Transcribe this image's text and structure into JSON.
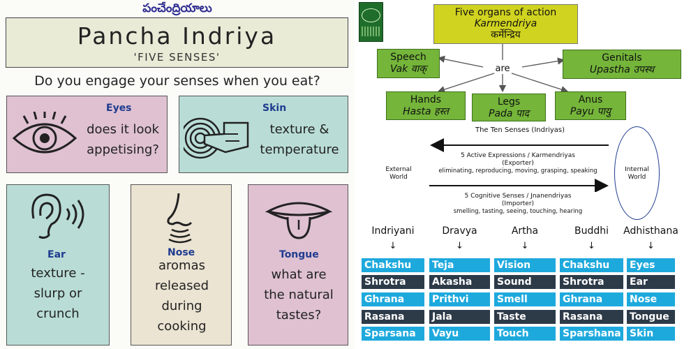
{
  "left": {
    "telugu_title": "పంచేంద్రియాలు",
    "title": "Pancha Indriya",
    "subtitle": "'FIVE SENSES'",
    "question": "Do you engage your senses when you eat?",
    "senses": [
      {
        "name": "Eyes",
        "text_lines": [
          "does it look",
          "appetising?"
        ],
        "icon": "eye-icon"
      },
      {
        "name": "Skin",
        "text_lines": [
          "texture &",
          "temperature"
        ],
        "icon": "hand-touch-icon"
      },
      {
        "name": "Ear",
        "text_lines": [
          "texture -",
          "slurp or",
          "crunch"
        ],
        "icon": "ear-icon"
      },
      {
        "name": "Nose",
        "text_lines": [
          "aromas",
          "released",
          "during",
          "cooking"
        ],
        "icon": "nose-icon"
      },
      {
        "name": "Tongue",
        "text_lines": [
          "what are",
          "the natural",
          "tastes?"
        ],
        "icon": "tongue-icon"
      }
    ],
    "colors": {
      "pink": "#dfc1d2",
      "teal": "#b9ddd6",
      "tan": "#ebe4d2",
      "label_blue": "#1f3b8f"
    }
  },
  "right": {
    "center": {
      "line1": "Five organs of action",
      "line2": "Karmendriya",
      "line3": "कर्मेन्द्रिय"
    },
    "are_label": "are",
    "organs": [
      {
        "line1": "Speech",
        "line2": "Vak वाक्"
      },
      {
        "line1": "Genitals",
        "line2": "Upastha उपस्थ"
      },
      {
        "line1": "Hands",
        "line2": "Hasta हस्त"
      },
      {
        "line1": "Legs",
        "line2": "Pada पाद"
      },
      {
        "line1": "Anus",
        "line2": "Payu पायु"
      }
    ],
    "flow": {
      "heading": "The Ten Senses (Indriyas)",
      "external": [
        "External",
        "World"
      ],
      "internal": [
        "Internal",
        "World"
      ],
      "active": [
        "5 Active Expressions / Karmendriyas",
        "(Exporter)",
        "eliminating, reproducing, moving, grasping, speaking"
      ],
      "cognitive": [
        "5 Cognitive Senses / Jnanendriyas",
        "(Importer)",
        "smelling, tasting, seeing, touching, hearing"
      ]
    },
    "table": {
      "columns": [
        {
          "header": "Indriyani",
          "cells": [
            "Chakshu",
            "Shrotra",
            "Ghrana",
            "Rasana",
            "Sparsana"
          ]
        },
        {
          "header": "Dravya",
          "cells": [
            "Teja",
            "Akasha",
            "Prithvi",
            "Jala",
            "Vayu"
          ]
        },
        {
          "header": "Artha",
          "cells": [
            "Vision",
            "Sound",
            "Smell",
            "Taste",
            "Touch"
          ]
        },
        {
          "header": "Buddhi",
          "cells": [
            "Chakshu",
            "Shrotra",
            "Ghrana",
            "Rasana",
            "Sparshana"
          ]
        },
        {
          "header": "Adhisthana",
          "cells": [
            "Eyes",
            "Ear",
            "Nose",
            "Tongue",
            "Skin"
          ]
        }
      ],
      "arrow": "↓"
    },
    "colors": {
      "green_box": "#74b53a",
      "yellow_box": "#d0d31f",
      "cell_blue": "#1ea9dd",
      "cell_dark": "#2d3a48"
    }
  }
}
